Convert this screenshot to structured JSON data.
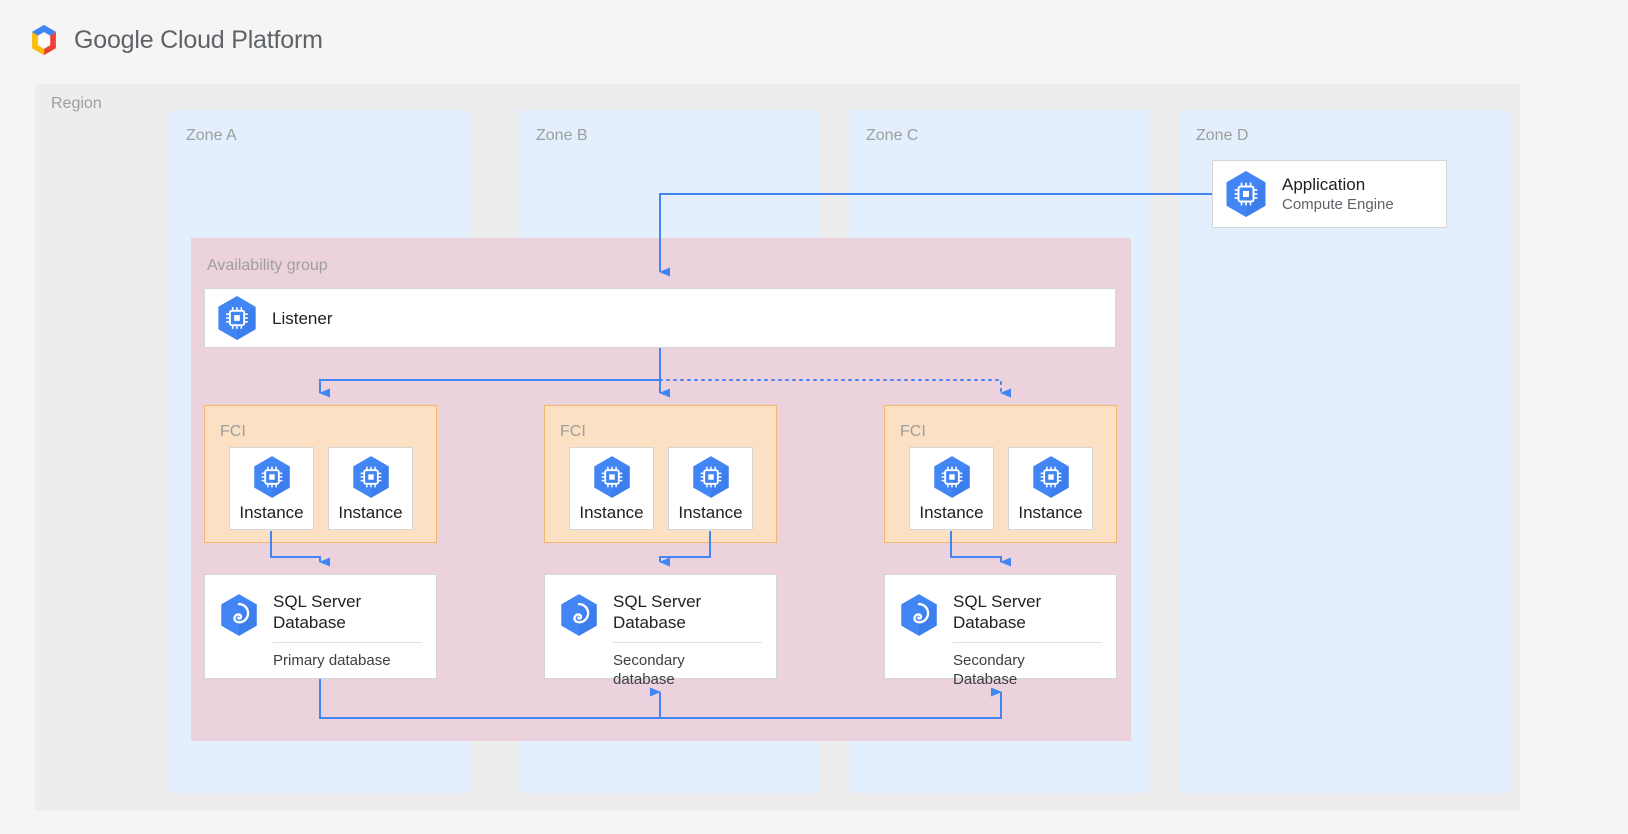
{
  "header": {
    "logo_icon": "google-cloud-platform-hexagon-logo",
    "brand_bold": "Google",
    "brand_rest": " Cloud Platform",
    "brand_full": "Google Cloud Platform"
  },
  "colors": {
    "page_bg": "#f5f5f5",
    "region_bg": "#ededed",
    "zone_bg": "#e3effc",
    "availability_group_bg": "#ecd2dd",
    "fci_bg": "#fbe0c4",
    "fci_border": "#f2b76a",
    "card_bg": "#ffffff",
    "card_border": "#d6d6d6",
    "connector_blue": "#4285f4",
    "icon_blue": "#4285f4",
    "label_grey": "#9e9e9e",
    "text_dark": "#212121",
    "text_sub": "#5f6368"
  },
  "region": {
    "label": "Region"
  },
  "zones": [
    {
      "id": "zone-a",
      "label": "Zone A"
    },
    {
      "id": "zone-b",
      "label": "Zone B"
    },
    {
      "id": "zone-c",
      "label": "Zone C"
    },
    {
      "id": "zone-d",
      "label": "Zone D"
    }
  ],
  "application": {
    "icon": "compute-engine-chip-icon",
    "title": "Application",
    "subtitle": "Compute Engine"
  },
  "availability_group": {
    "label": "Availability group",
    "listener": {
      "icon": "compute-engine-chip-icon",
      "title": "Listener"
    }
  },
  "fci_groups": [
    {
      "id": "fci-zone-a",
      "label": "FCI",
      "instances": [
        {
          "icon": "compute-engine-chip-icon",
          "label": "Instance"
        },
        {
          "icon": "compute-engine-chip-icon",
          "label": "Instance"
        }
      ]
    },
    {
      "id": "fci-zone-b",
      "label": "FCI",
      "instances": [
        {
          "icon": "compute-engine-chip-icon",
          "label": "Instance"
        },
        {
          "icon": "compute-engine-chip-icon",
          "label": "Instance"
        }
      ]
    },
    {
      "id": "fci-zone-c",
      "label": "FCI",
      "instances": [
        {
          "icon": "compute-engine-chip-icon",
          "label": "Instance"
        },
        {
          "icon": "compute-engine-chip-icon",
          "label": "Instance"
        }
      ]
    }
  ],
  "databases": [
    {
      "id": "db-zone-a",
      "icon": "sql-database-icon",
      "title": "SQL Server\nDatabase",
      "role": "Primary database"
    },
    {
      "id": "db-zone-b",
      "icon": "sql-database-icon",
      "title": "SQL Server\nDatabase",
      "role": "Secondary\ndatabase"
    },
    {
      "id": "db-zone-c",
      "icon": "sql-database-icon",
      "title": "SQL Server\nDatabase",
      "role": "Secondary\nDatabase"
    }
  ],
  "connectors": [
    {
      "id": "app-to-listener",
      "style": "solid",
      "from": "application",
      "to": "listener"
    },
    {
      "id": "listener-to-fci-a",
      "style": "solid",
      "from": "listener",
      "to": "fci-zone-a"
    },
    {
      "id": "listener-to-fci-b",
      "style": "solid",
      "from": "listener",
      "to": "fci-zone-b"
    },
    {
      "id": "listener-to-fci-c",
      "style": "dotted",
      "from": "listener",
      "to": "fci-zone-c"
    },
    {
      "id": "fci-a-to-db-a",
      "style": "solid",
      "from": "fci-zone-a",
      "to": "db-zone-a"
    },
    {
      "id": "fci-b-to-db-b",
      "style": "solid",
      "from": "fci-zone-b",
      "to": "db-zone-b"
    },
    {
      "id": "fci-c-to-db-c",
      "style": "solid",
      "from": "fci-zone-c",
      "to": "db-zone-c"
    },
    {
      "id": "db-a-replicate-db-b",
      "style": "solid",
      "from": "db-zone-a",
      "to": "db-zone-b"
    },
    {
      "id": "db-a-replicate-db-c",
      "style": "solid",
      "from": "db-zone-a",
      "to": "db-zone-c"
    }
  ]
}
